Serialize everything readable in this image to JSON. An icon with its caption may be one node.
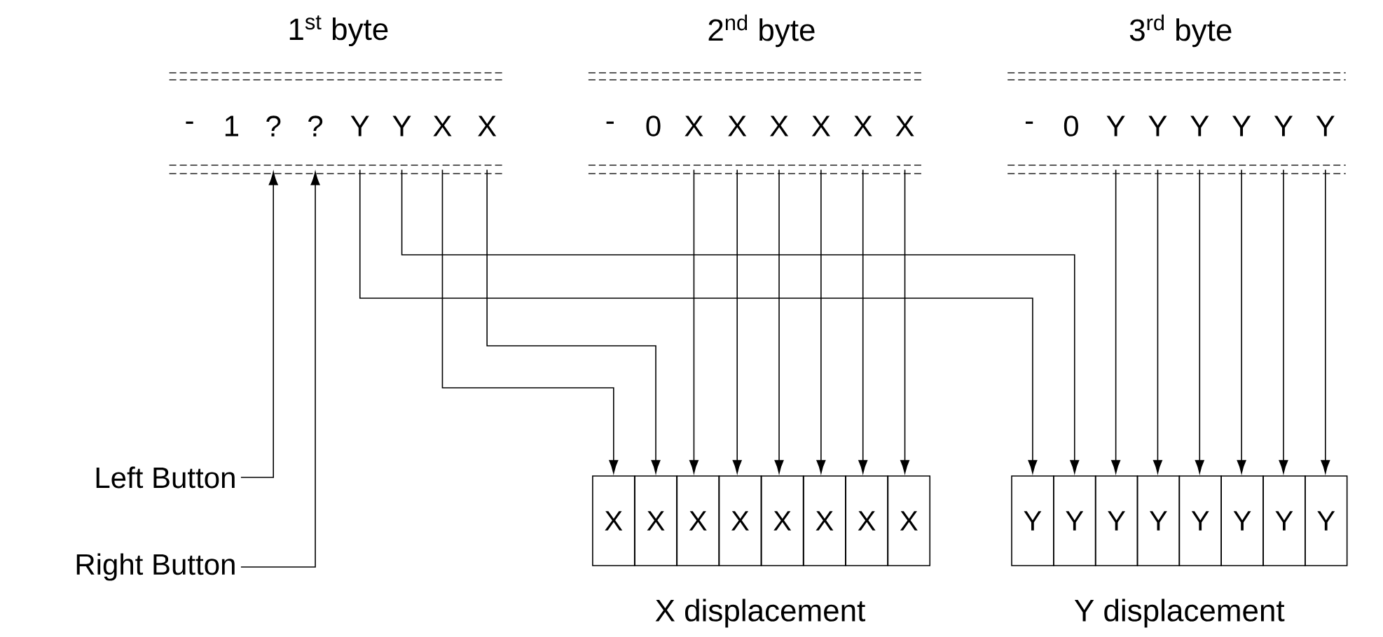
{
  "diagram": {
    "nodes": [
      {
        "text": [
          "-"
        ]
      },
      {
        "text": [
          "1"
        ]
      },
      {
        "text": [
          "?"
        ]
      },
      {
        "text": [
          "?"
        ]
      },
      {
        "text": [
          "Y"
        ]
      },
      {
        "text": [
          "Y"
        ]
      },
      {
        "text": [
          "X"
        ]
      },
      {
        "text": [
          "X"
        ]
      },
      {
        "text": [
          "-"
        ]
      },
      {
        "text": [
          "0"
        ]
      },
      {
        "text": [
          "X"
        ]
      },
      {
        "text": [
          "X"
        ]
      },
      {
        "text": [
          "X"
        ]
      },
      {
        "text": [
          "X"
        ]
      },
      {
        "text": [
          "X"
        ]
      },
      {
        "text": [
          "X"
        ]
      },
      {
        "text": [
          "-"
        ]
      },
      {
        "text": [
          "0"
        ]
      },
      {
        "text": [
          "Y"
        ]
      },
      {
        "text": [
          "Y"
        ]
      },
      {
        "text": [
          "Y"
        ]
      },
      {
        "text": [
          "Y"
        ]
      },
      {
        "text": [
          "Y"
        ]
      },
      {
        "text": [
          "Y"
        ]
      },
      {
        "text": [
          "Left Button"
        ]
      },
      {
        "text": [
          "Right Button"
        ]
      },
      {
        "text": [
          "X"
        ]
      },
      {
        "text": [
          "X"
        ]
      },
      {
        "text": [
          "X"
        ]
      },
      {
        "text": [
          "X"
        ]
      },
      {
        "text": [
          "X"
        ]
      },
      {
        "text": [
          "X"
        ]
      },
      {
        "text": [
          "X"
        ]
      },
      {
        "text": [
          "X"
        ]
      },
      {
        "text": [
          "Y"
        ]
      },
      {
        "text": [
          "Y"
        ]
      },
      {
        "text": [
          "Y"
        ]
      },
      {
        "text": [
          "Y"
        ]
      },
      {
        "text": [
          "Y"
        ]
      },
      {
        "text": [
          "Y"
        ]
      },
      {
        "text": [
          "Y"
        ]
      },
      {
        "text": [
          "Y"
        ]
      }
    ],
    "edges": [
      {
        "from": 24,
        "to": 2,
        "arrow": "to"
      },
      {
        "from": 25,
        "to": 3,
        "arrow": "to"
      },
      {
        "from": 4,
        "to": 34,
        "arrow": "to"
      },
      {
        "from": 5,
        "to": 35,
        "arrow": "to"
      },
      {
        "from": 6,
        "to": 26,
        "arrow": "to"
      },
      {
        "from": 7,
        "to": 27,
        "arrow": "to"
      },
      {
        "from": 10,
        "to": 28,
        "arrow": "to"
      },
      {
        "from": 11,
        "to": 29,
        "arrow": "to"
      },
      {
        "from": 12,
        "to": 30,
        "arrow": "to"
      },
      {
        "from": 13,
        "to": 31,
        "arrow": "to"
      },
      {
        "from": 14,
        "to": 32,
        "arrow": "to"
      },
      {
        "from": 15,
        "to": 33,
        "arrow": "to"
      },
      {
        "from": 18,
        "to": 36,
        "arrow": "to"
      },
      {
        "from": 19,
        "to": 37,
        "arrow": "to"
      },
      {
        "from": 20,
        "to": 38,
        "arrow": "to"
      },
      {
        "from": 21,
        "to": 39,
        "arrow": "to"
      },
      {
        "from": 22,
        "to": 40,
        "arrow": "to"
      },
      {
        "from": 23,
        "to": 41,
        "arrow": "to"
      }
    ],
    "labels": [
      "1$^{st}$ byte",
      "2$^{nd}$ byte",
      "3$^{rd}$ byte",
      "X displacement",
      "Y displacement"
    ]
  }
}
